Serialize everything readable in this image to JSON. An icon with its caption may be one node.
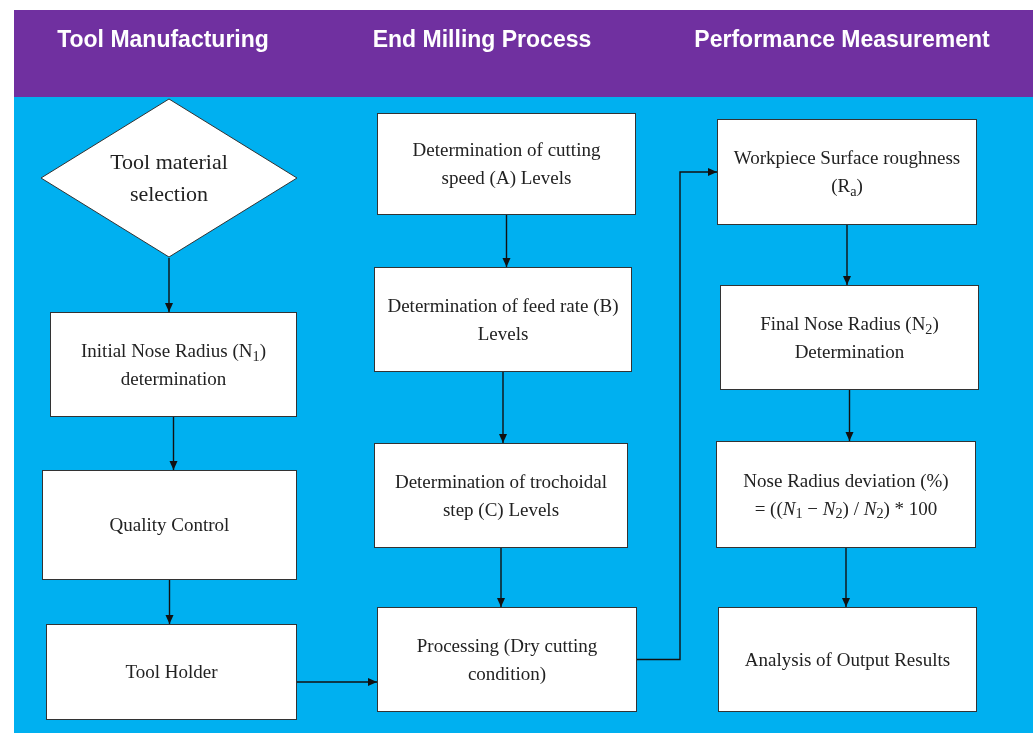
{
  "diagram": {
    "nodes": [
      {
        "text": [
          "Tool material selection"
        ]
      },
      {
        "text": [
          "Initial Nose Radius (N$_{1}$) determination"
        ]
      },
      {
        "text": [
          "Quality Control"
        ]
      },
      {
        "text": [
          "Tool Holder"
        ]
      },
      {
        "text": [
          "Determination of cutting speed (A) Levels"
        ]
      },
      {
        "text": [
          "Determination of feed rate (B) Levels"
        ]
      },
      {
        "text": [
          "Determination of trochoidal step (C) Levels"
        ]
      },
      {
        "text": [
          "Processing (Dry cutting condition)"
        ]
      },
      {
        "text": [
          "Workpiece Surface roughness (R$_{a}$)"
        ]
      },
      {
        "text": [
          "Final Nose Radius (N$_{2}$) Determination"
        ]
      },
      {
        "text": [
          "Nose Radius deviation (%)",
          "= ((*N*$_{1}$ − *N*$_{2}$) / *N*$_{2}$) * 100"
        ]
      },
      {
        "text": [
          "Analysis of Output Results"
        ]
      }
    ],
    "edges": [
      {
        "from": 0,
        "to": 1,
        "arrow": "to"
      },
      {
        "from": 1,
        "to": 2,
        "arrow": "to"
      },
      {
        "from": 2,
        "to": 3,
        "arrow": "to"
      },
      {
        "from": 3,
        "to": 7,
        "arrow": "to"
      },
      {
        "from": 4,
        "to": 5,
        "arrow": "to"
      },
      {
        "from": 5,
        "to": 6,
        "arrow": "to"
      },
      {
        "from": 6,
        "to": 7,
        "arrow": "to"
      },
      {
        "from": 7,
        "to": 8,
        "arrow": "to"
      },
      {
        "from": 8,
        "to": 9,
        "arrow": "to"
      },
      {
        "from": 9,
        "to": 10,
        "arrow": "to"
      },
      {
        "from": 10,
        "to": 11,
        "arrow": "to"
      }
    ],
    "labels": [
      "Tool Manufacturing",
      "End Milling Process",
      "Performance Measurement"
    ]
  }
}
